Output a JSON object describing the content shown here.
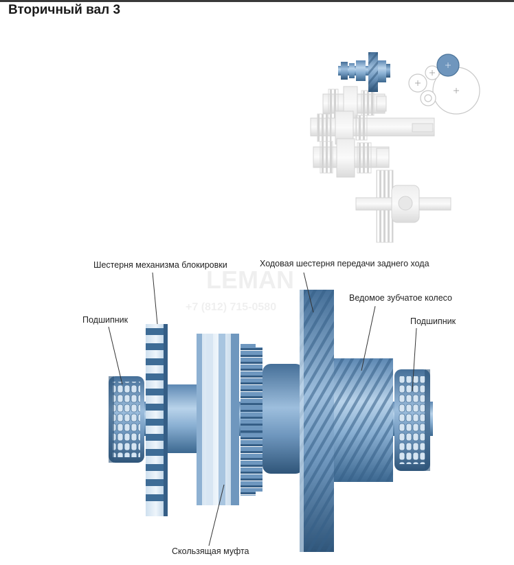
{
  "page": {
    "title": "Вторичный вал 3"
  },
  "labels": {
    "lock_gear": "Шестерня механизма блокировки",
    "reverse_gear": "Ходовая шестерня передачи заднего хода",
    "driven_gear": "Ведомое зубчатое колесо",
    "bearing_left": "Подшипник",
    "bearing_right": "Подшипник",
    "sliding_sleeve": "Скользящая муфта"
  },
  "colors": {
    "metal_dark": "#3e6c96",
    "metal_mid": "#6f9cc4",
    "metal_light": "#b6d0e6",
    "ghost": "#e0e0e0",
    "leader": "#333333"
  }
}
